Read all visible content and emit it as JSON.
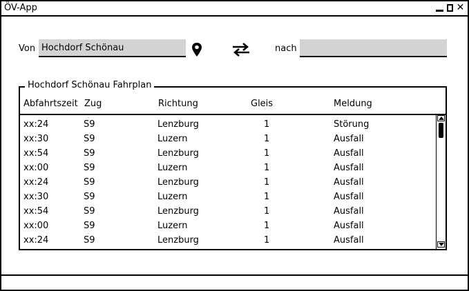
{
  "window": {
    "title": "ÖV-App"
  },
  "search": {
    "from_label": "Von",
    "from_value": "Hochdorf Schönau",
    "to_label": "nach",
    "to_value": ""
  },
  "icons": {
    "location": "map-pin-icon",
    "swap": "swap-arrows-icon"
  },
  "timetable": {
    "title": "Hochdorf Schönau Fahrplan",
    "columns": [
      "Abfahrtszeit",
      "Zug",
      "Richtung",
      "Gleis",
      "Meldung"
    ],
    "rows": [
      [
        "xx:24",
        "S9",
        "Lenzburg",
        "1",
        "Störung"
      ],
      [
        "xx:30",
        "S9",
        "Luzern",
        "1",
        "Ausfall"
      ],
      [
        "xx:54",
        "S9",
        "Lenzburg",
        "1",
        "Ausfall"
      ],
      [
        "xx:00",
        "S9",
        "Luzern",
        "1",
        "Ausfall"
      ],
      [
        "xx:24",
        "S9",
        "Lenzburg",
        "1",
        "Ausfall"
      ],
      [
        "xx:30",
        "S9",
        "Luzern",
        "1",
        "Ausfall"
      ],
      [
        "xx:54",
        "S9",
        "Lenzburg",
        "1",
        "Ausfall"
      ],
      [
        "xx:00",
        "S9",
        "Luzern",
        "1",
        "Ausfall"
      ],
      [
        "xx:24",
        "S9",
        "Lenzburg",
        "1",
        "Ausfall"
      ]
    ]
  }
}
